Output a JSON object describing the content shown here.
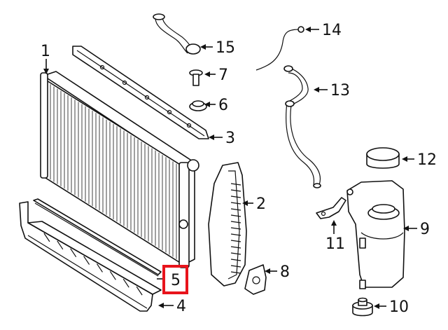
{
  "diagram": {
    "accent_color": "#e8141c",
    "callouts": [
      {
        "id": "c1",
        "label": "1"
      },
      {
        "id": "c2",
        "label": "2"
      },
      {
        "id": "c3",
        "label": "3"
      },
      {
        "id": "c4",
        "label": "4"
      },
      {
        "id": "c5",
        "label": "5",
        "highlighted": true
      },
      {
        "id": "c6",
        "label": "6"
      },
      {
        "id": "c7",
        "label": "7"
      },
      {
        "id": "c8",
        "label": "8"
      },
      {
        "id": "c9",
        "label": "9"
      },
      {
        "id": "c10",
        "label": "10"
      },
      {
        "id": "c11",
        "label": "11"
      },
      {
        "id": "c12",
        "label": "12"
      },
      {
        "id": "c13",
        "label": "13"
      },
      {
        "id": "c14",
        "label": "14"
      },
      {
        "id": "c15",
        "label": "15"
      }
    ]
  }
}
